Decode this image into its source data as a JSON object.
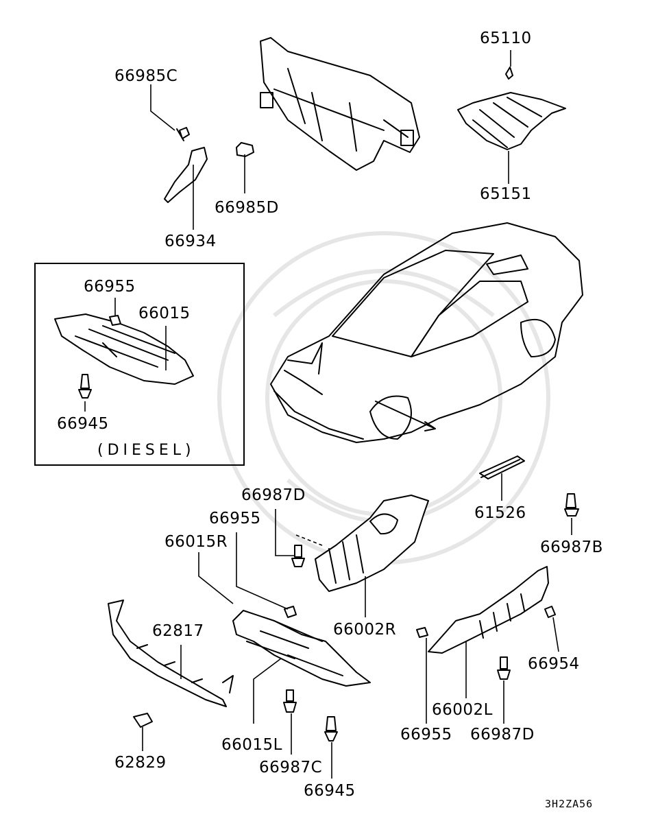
{
  "reference_code": "3H2ZA56",
  "diesel_note": "(DIESEL)",
  "parts": {
    "p65110": "65110",
    "p66985C": "66985C",
    "p66985D": "66985D",
    "p65151": "65151",
    "p66934": "66934",
    "p66955_box": "66955",
    "p66015": "66015",
    "p66945_box": "66945",
    "p66987D_top": "66987D",
    "p66955_mid": "66955",
    "p66015R": "66015R",
    "p61526": "61526",
    "p66987B": "66987B",
    "p62817": "62817",
    "p66002R": "66002R",
    "p66954": "66954",
    "p62829": "62829",
    "p66015L": "66015L",
    "p66987C": "66987C",
    "p66945_bottom": "66945",
    "p66002L": "66002L",
    "p66955_bottom": "66955",
    "p66987D_bottom": "66987D"
  }
}
